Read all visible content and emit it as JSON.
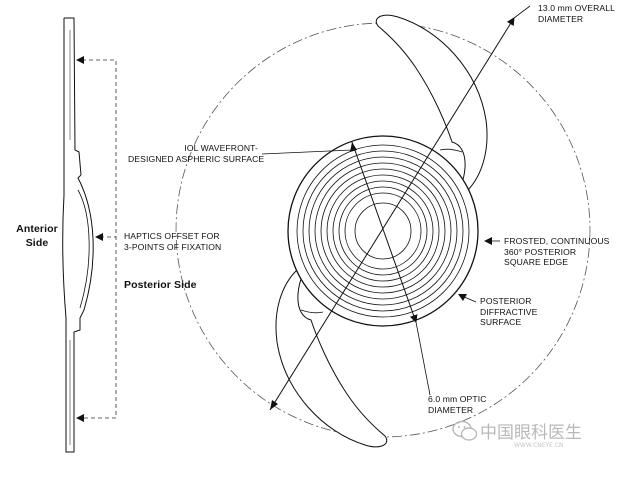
{
  "labels": {
    "overall_diameter": [
      "13.0 mm OVERALL",
      "DIAMETER"
    ],
    "wavefront": [
      "IOL WAVEFRONT-",
      "DESIGNED ASPHERIC SURFACE"
    ],
    "haptics_offset": [
      "HAPTICS OFFSET FOR",
      "3-POINTS OF FIXATION"
    ],
    "anterior_side": [
      "Anterior",
      "Side"
    ],
    "posterior_side": "Posterior Side",
    "frosted_edge": [
      "FROSTED, CONTINUOUS",
      "360° POSTERIOR",
      "SQUARE EDGE"
    ],
    "posterior_diffractive": [
      "POSTERIOR",
      "DIFFRACTIVE",
      "SURFACE"
    ],
    "optic_diameter": [
      "6.0 mm OPTIC",
      "DIAMETER"
    ]
  },
  "watermark": {
    "text": "中国眼科医生",
    "url": "WWW.CNEYE.CN"
  },
  "colors": {
    "line": "#111111",
    "dash": "#555555",
    "watermark": "#b9b9b9"
  }
}
